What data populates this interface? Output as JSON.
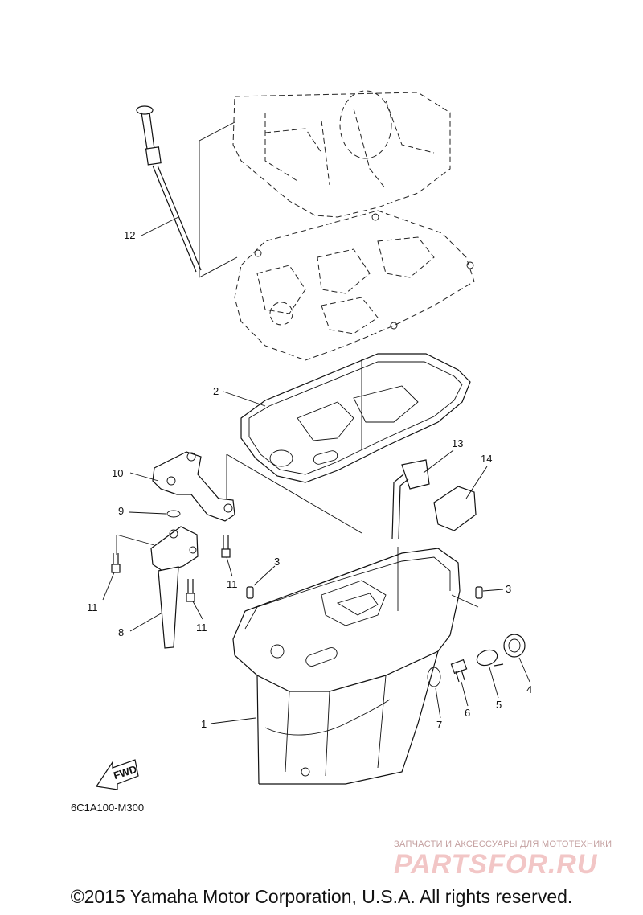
{
  "callouts": {
    "c1": "1",
    "c2": "2",
    "c3a": "3",
    "c3b": "3",
    "c4": "4",
    "c5": "5",
    "c6": "6",
    "c7": "7",
    "c8": "8",
    "c9": "9",
    "c10": "10",
    "c11a": "11",
    "c11b": "11",
    "c11c": "11",
    "c12": "12",
    "c13": "13",
    "c14": "14"
  },
  "fwd_label": "FWD",
  "part_code": "6C1A100-M300",
  "watermark": {
    "tagline": "ЗАПЧАСТИ И АКСЕССУАРЫ ДЛЯ МОТОТЕХНИКИ",
    "logo_text": "PARTSFOR.RU"
  },
  "copyright": "©2015 Yamaha Motor Corporation, U.S.A. All rights reserved."
}
